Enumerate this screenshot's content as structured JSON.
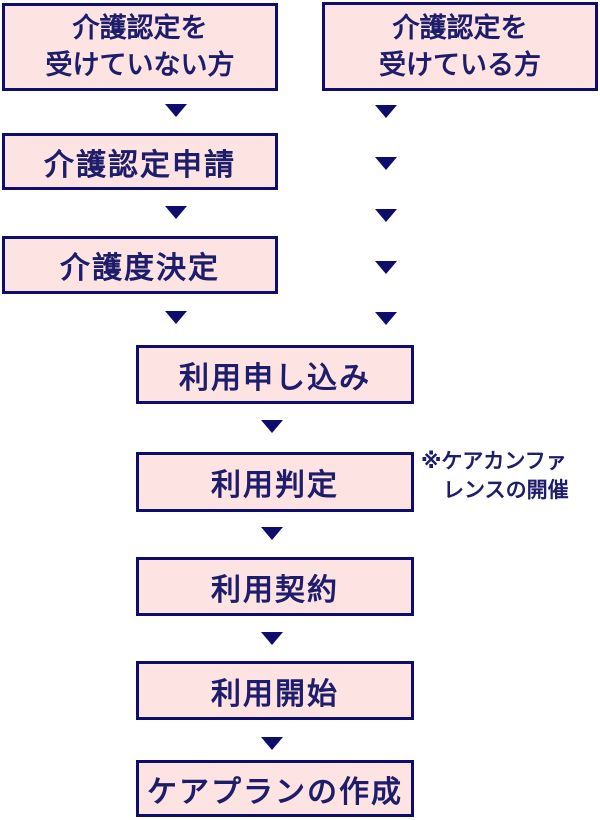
{
  "colors": {
    "box_fill": "#FDE3E1",
    "line": "#0D0D6B",
    "text": "#1D1D6B",
    "background": "#FFFFFF"
  },
  "left_column": {
    "box_not_certified": "介護認定を\n受けていない方",
    "box_application": "介護認定申請",
    "box_care_level": "介護度決定"
  },
  "right_column": {
    "box_certified": "介護認定を\n受けている方"
  },
  "center_column": {
    "box_apply": "利用申し込み",
    "box_judgement": "利用判定",
    "box_contract": "利用契約",
    "box_start": "利用開始",
    "box_care_plan": "ケアプランの作成",
    "note": {
      "line1": "※ケアカンファ",
      "line2": "レンスの開催"
    }
  }
}
